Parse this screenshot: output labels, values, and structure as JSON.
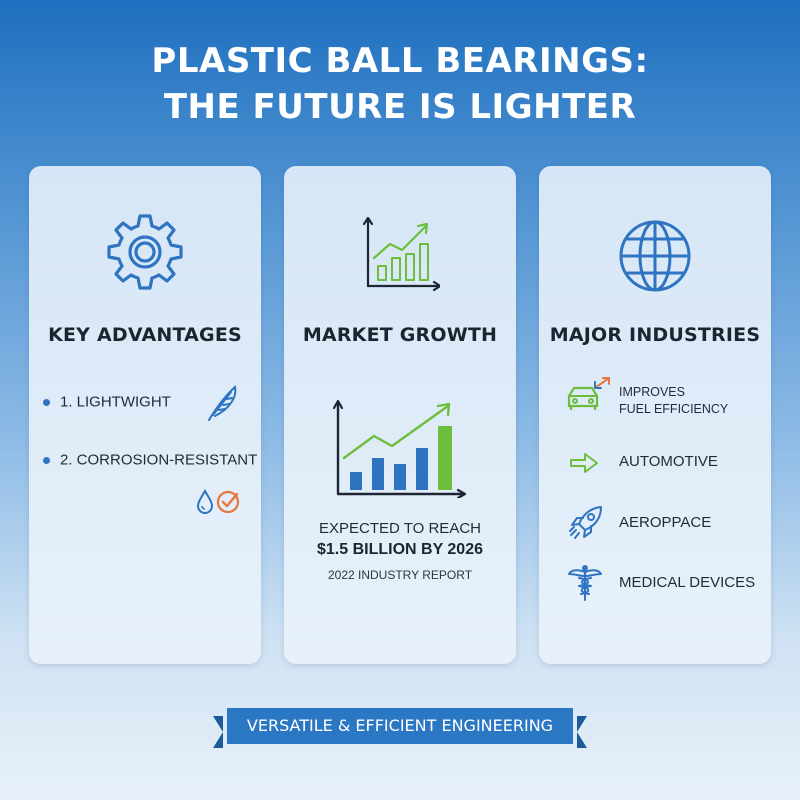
{
  "header": {
    "title_line1": "PLASTIC BALL BEARINGS:",
    "title_line2": "THE FUTURE IS LIGHTER"
  },
  "cards": {
    "advantages": {
      "title": "KEY ADVANTAGES",
      "icon": "gear-icon",
      "items": [
        {
          "label": "1. LIGHTWIGHT",
          "icon": "feather-icon"
        },
        {
          "label": "2. CORROSION-RESISTANT",
          "icon": "water-drop-check-icon"
        }
      ]
    },
    "growth": {
      "title": "MARKET GROWTH",
      "icon": "growth-chart-icon",
      "chart_icon": "bar-chart-rising-icon",
      "line1": "EXPECTED TO REACH",
      "line2": "$1.5 BILLION BY 2026",
      "line3": "2022 INDUSTRY REPORT"
    },
    "industries": {
      "title": "MAJOR INDUSTRIES",
      "icon": "globe-icon",
      "items": [
        {
          "label_line1": "IMPROVES",
          "label_line2": "FUEL EFFICIENCY",
          "icon": "car-icon"
        },
        {
          "label": "AUTOMOTIVE",
          "icon": "arrow-right-icon"
        },
        {
          "label": "AEROPPACE",
          "icon": "rocket-icon"
        },
        {
          "label": "MEDICAL DEVICES",
          "icon": "caduceus-icon"
        }
      ]
    }
  },
  "banner": {
    "label": "VERSATILE & EFFICIENT ENGINEERING"
  },
  "colors": {
    "blue": "#2f74c0",
    "green": "#6cbf3c",
    "orange": "#e8763a",
    "banner": "#2a77c4"
  }
}
